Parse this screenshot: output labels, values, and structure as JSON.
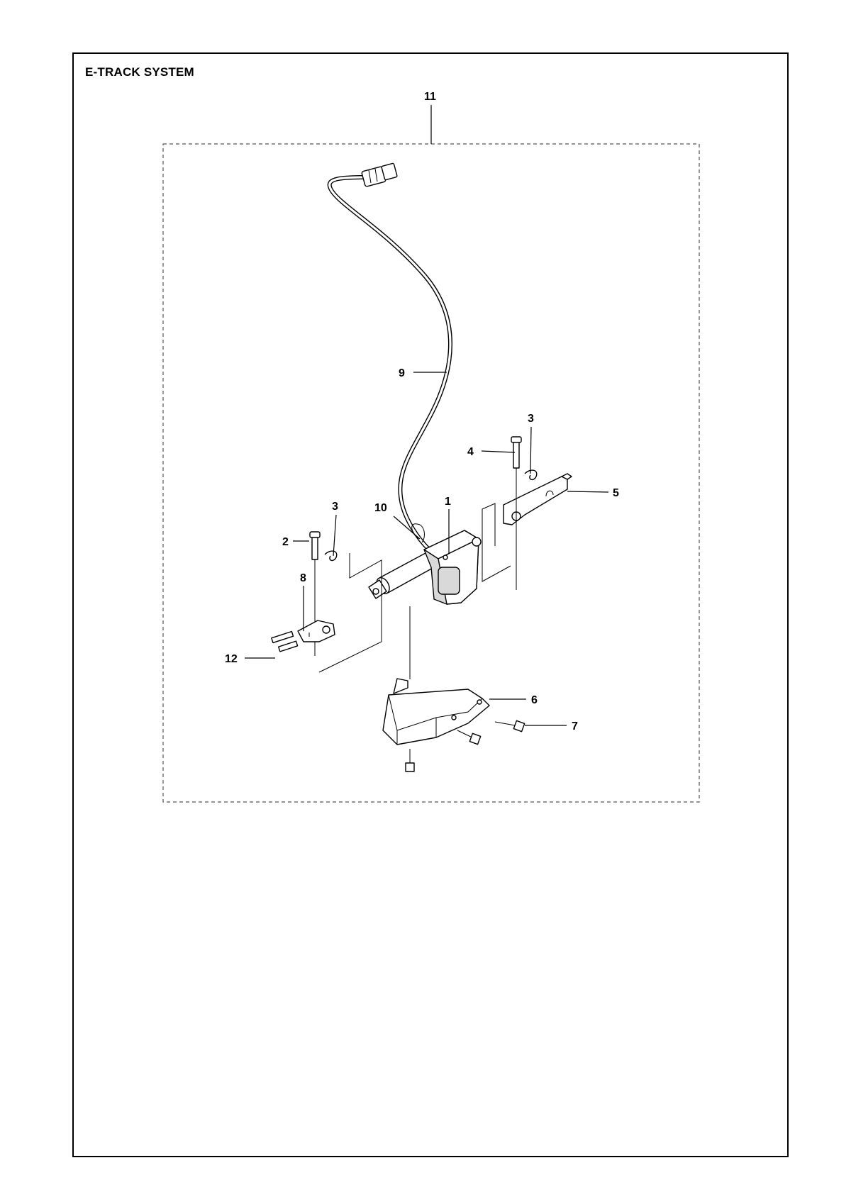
{
  "title": "E-TRACK SYSTEM",
  "callouts": {
    "c1": "1",
    "c2": "2",
    "c3a": "3",
    "c3b": "3",
    "c4": "4",
    "c5": "5",
    "c6": "6",
    "c7": "7",
    "c8": "8",
    "c9": "9",
    "c10": "10",
    "c11": "11",
    "c12": "12"
  }
}
